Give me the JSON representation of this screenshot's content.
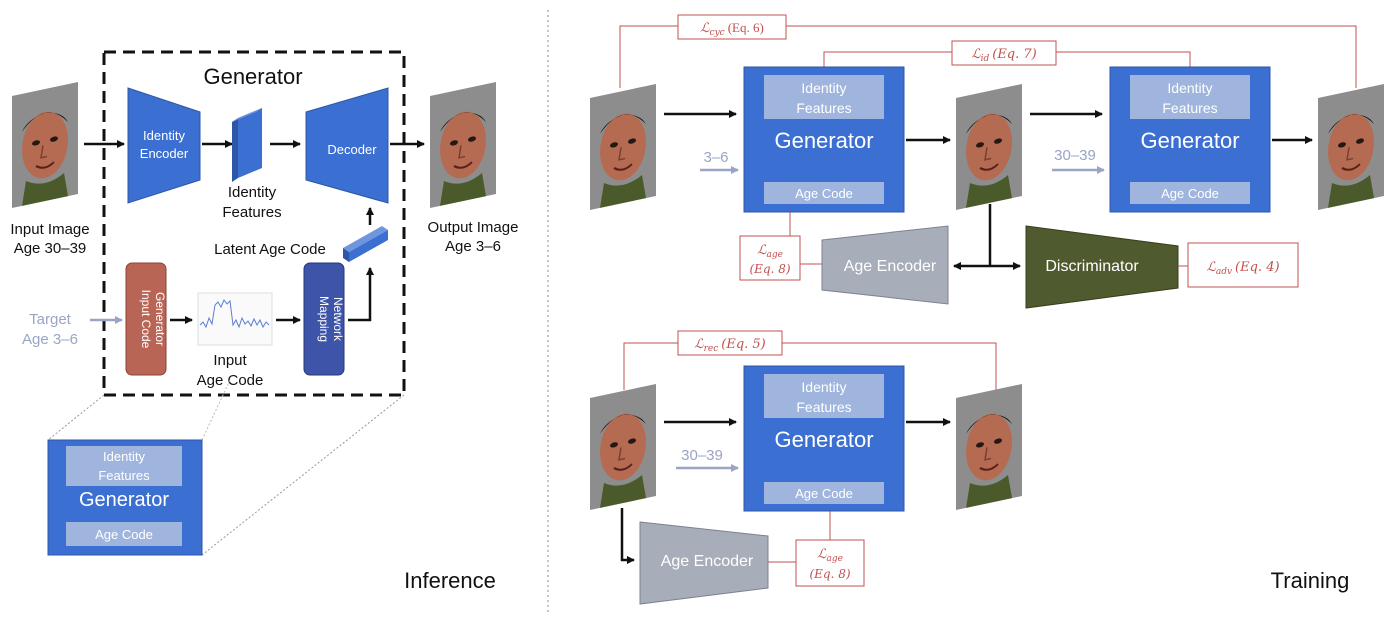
{
  "inference": {
    "input_image": {
      "line1": "Input Image",
      "line2": "Age 30–39"
    },
    "generator_title": "Generator",
    "identity_encoder": {
      "line1": "Identity",
      "line2": "Encoder"
    },
    "identity_features": {
      "line1": "Identity",
      "line2": "Features"
    },
    "decoder": "Decoder",
    "output_image": {
      "line1": "Output Image",
      "line2": "Age 3–6"
    },
    "latent_age_code": "Latent Age Code",
    "target": {
      "line1": "Target",
      "line2": "Age 3–6"
    },
    "input_code_generator": {
      "line1": "Input Code",
      "line2": "Generator"
    },
    "input_age_code": {
      "line1": "Input",
      "line2": "Age Code"
    },
    "mapping_network": {
      "line1": "Mapping",
      "line2": "Network"
    },
    "mini_generator": {
      "identity_line1": "Identity",
      "identity_line2": "Features",
      "title": "Generator",
      "age_code": "Age Code"
    },
    "section_label": "Inference"
  },
  "training": {
    "generator_block": {
      "identity_line1": "Identity",
      "identity_line2": "Features",
      "title": "Generator",
      "age_code": "Age Code"
    },
    "age_3_6": "3–6",
    "age_30_39_a": "30–39",
    "age_30_39_b": "30–39",
    "age_encoder": "Age Encoder",
    "discriminator": "Discriminator",
    "losses": {
      "cyc": {
        "sym": "ℒ",
        "sub": "cyc",
        "ref": "(Eq. 6)"
      },
      "id": {
        "sym": "ℒ",
        "sub": "id",
        "ref": "(Eq. 7)"
      },
      "age_top": {
        "sym": "ℒ",
        "sub": "age",
        "ref": "(Eq. 8)"
      },
      "adv": {
        "sym": "ℒ",
        "sub": "adv",
        "ref": "(Eq. 4)"
      },
      "rec": {
        "sym": "ℒ",
        "sub": "rec",
        "ref": "(Eq. 5)"
      },
      "age_bottom": {
        "sym": "ℒ",
        "sub": "age",
        "ref": "(Eq. 8)"
      }
    },
    "section_label": "Training"
  },
  "colors": {
    "blue": "#3b6fd1",
    "blue_dark": "#2c56a8",
    "light_blue_box": "#9fb5de",
    "loss_red": "#c0504d",
    "input_code_gen": "#b96556",
    "discriminator": "#4f5a2e",
    "encoder_gray": "#a8adba",
    "arrow_gray": "#9aa4c6",
    "face_bg": "#8a8a8a"
  }
}
